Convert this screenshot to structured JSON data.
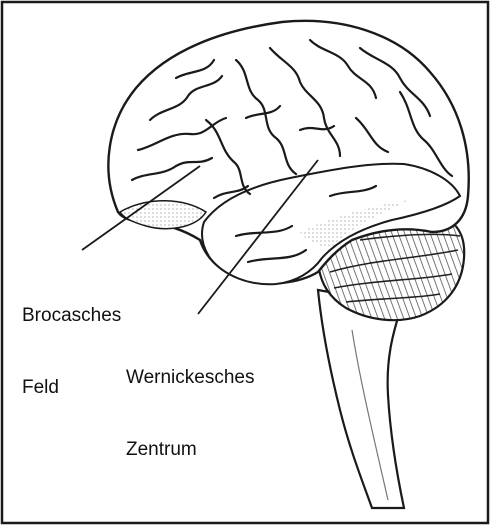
{
  "labels": {
    "broca_line1": "Brocasches",
    "broca_line2": "Feld",
    "wernicke_line1": "Wernickesches",
    "wernicke_line2": "Zentrum"
  },
  "colors": {
    "ink": "#1a1a1a",
    "background": "#ffffff",
    "cerebellum_fill": "#4a4a4a"
  },
  "icons": [
    "brain-illustration",
    "cerebellum",
    "brainstem"
  ]
}
